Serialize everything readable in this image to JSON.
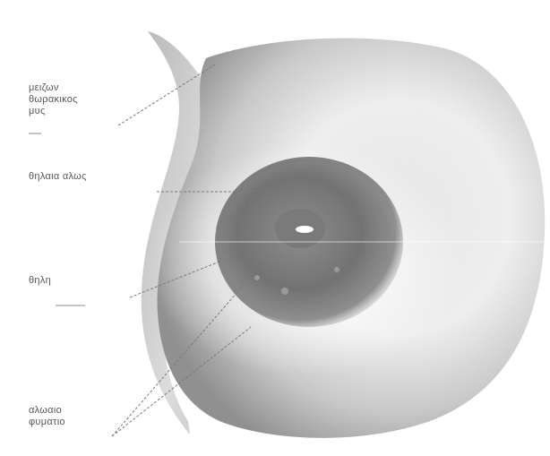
{
  "diagram": {
    "labels": {
      "muscle": [
        "μειζων",
        "θωρακικος",
        "μυς"
      ],
      "areola": [
        "θηλαια αλως"
      ],
      "nipple": [
        "θηλη"
      ],
      "tubercles": [
        "αλωαιο",
        "φυματιο"
      ]
    }
  }
}
